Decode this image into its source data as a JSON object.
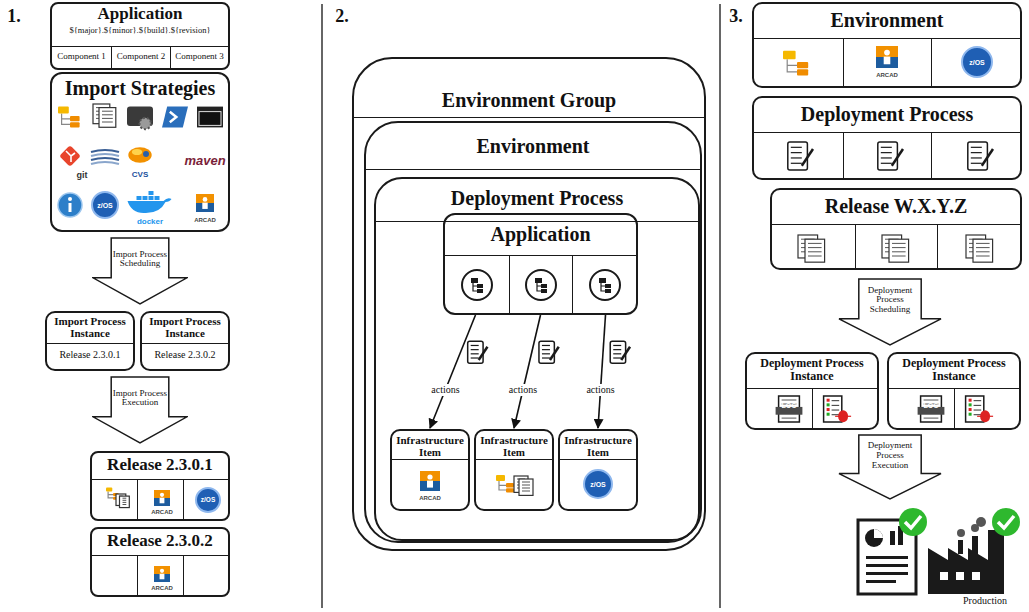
{
  "diagram": {
    "nodes": [
      {
        "text": [
          "Application",
          "${major}.${minor}.${build}.${revision}"
        ]
      },
      {
        "text": [
          "Component 1"
        ],
        "in": 0
      },
      {
        "text": [
          "Component 2"
        ],
        "in": 0
      },
      {
        "text": [
          "Component 3"
        ],
        "in": 0
      },
      {
        "text": [
          "Import Strategies"
        ]
      },
      {
        "text": [
          "Import Process Scheduling"
        ]
      },
      {
        "text": [
          "Import Process Instance",
          "Release 2.3.0.1"
        ]
      },
      {
        "text": [
          "Import Process Instance",
          "Release 2.3.0.2"
        ]
      },
      {
        "text": [
          "Import Process Execution"
        ]
      },
      {
        "text": [
          "Release 2.3.0.1"
        ]
      },
      {
        "text": [
          "Release 2.3.0.2"
        ]
      },
      {
        "text": [
          "Environment Group"
        ]
      },
      {
        "text": [
          "Environment"
        ],
        "in": 11
      },
      {
        "text": [
          "Deployment Process"
        ],
        "in": 12
      },
      {
        "text": [
          "Application"
        ],
        "in": 13
      },
      {
        "text": [
          "Infrastructure Item"
        ],
        "in": 13
      },
      {
        "text": [
          "Infrastructure Item"
        ],
        "in": 13
      },
      {
        "text": [
          "Infrastructure Item"
        ],
        "in": 13
      },
      {
        "text": [
          "Environment"
        ]
      },
      {
        "text": [
          "Deployment Process"
        ]
      },
      {
        "text": [
          "Release W.X.Y.Z"
        ]
      },
      {
        "text": [
          "Deployment Process Scheduling"
        ]
      },
      {
        "text": [
          "Deployment Process Instance"
        ]
      },
      {
        "text": [
          "Deployment Process Instance"
        ]
      },
      {
        "text": [
          "Deployment Process Execution"
        ]
      }
    ],
    "edges": [
      {
        "from": 14,
        "to": 15,
        "label": "actions",
        "arrow": "to"
      },
      {
        "from": 14,
        "to": 16,
        "label": "actions",
        "arrow": "to"
      },
      {
        "from": 14,
        "to": 17,
        "label": "actions",
        "arrow": "to"
      }
    ],
    "labels": [
      "1.",
      "2.",
      "3.",
      "git",
      "CVS",
      "maven",
      "z/OS",
      "docker",
      "ARCAD",
      "ARCAD",
      "z/OS",
      "ARCAD",
      "ARCAD",
      "z/OS",
      "ARCAD",
      "z/OS",
      "LOG",
      "LOG",
      "Production"
    ]
  }
}
